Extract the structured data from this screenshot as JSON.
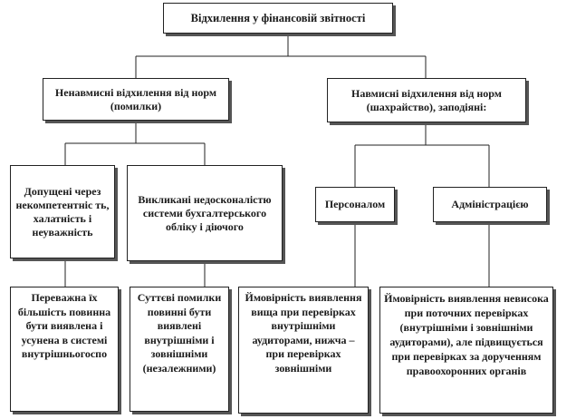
{
  "diagram": {
    "root": "Відхилення у фінансовій звітності",
    "unintentional": "Ненавмисні відхилення від норм (помилки)",
    "intentional": "Навмисні відхилення від норм (шахрайство), заподіяні:",
    "due_incompetence": "Допущені через некомпетентніс ть, халатність і неуважність",
    "due_imperfection": "Викликані недосконалістю системи бухгалтерського обліку і діючого",
    "by_personnel": "Персоналом",
    "by_administration": "Адміністрацією",
    "leaf_majority": "Переважна їх більшість повинна бути виявлена і усунена в системі внутрішньогоспо",
    "leaf_significant": "Суттєві помилки повинні бути виявлені внутрішніми і зовнішніми (незалежними)",
    "leaf_personnel": "Ймовірність виявлення вища при перевірках внутрішніми аудиторами, нижча – при перевірках зовнішніми",
    "leaf_administration": "Ймовірність виявлення невисока при поточних перевірках (внутрішніми і зовнішніми аудиторами), але підвищується при перевірках за дорученням правоохоронних органів"
  }
}
